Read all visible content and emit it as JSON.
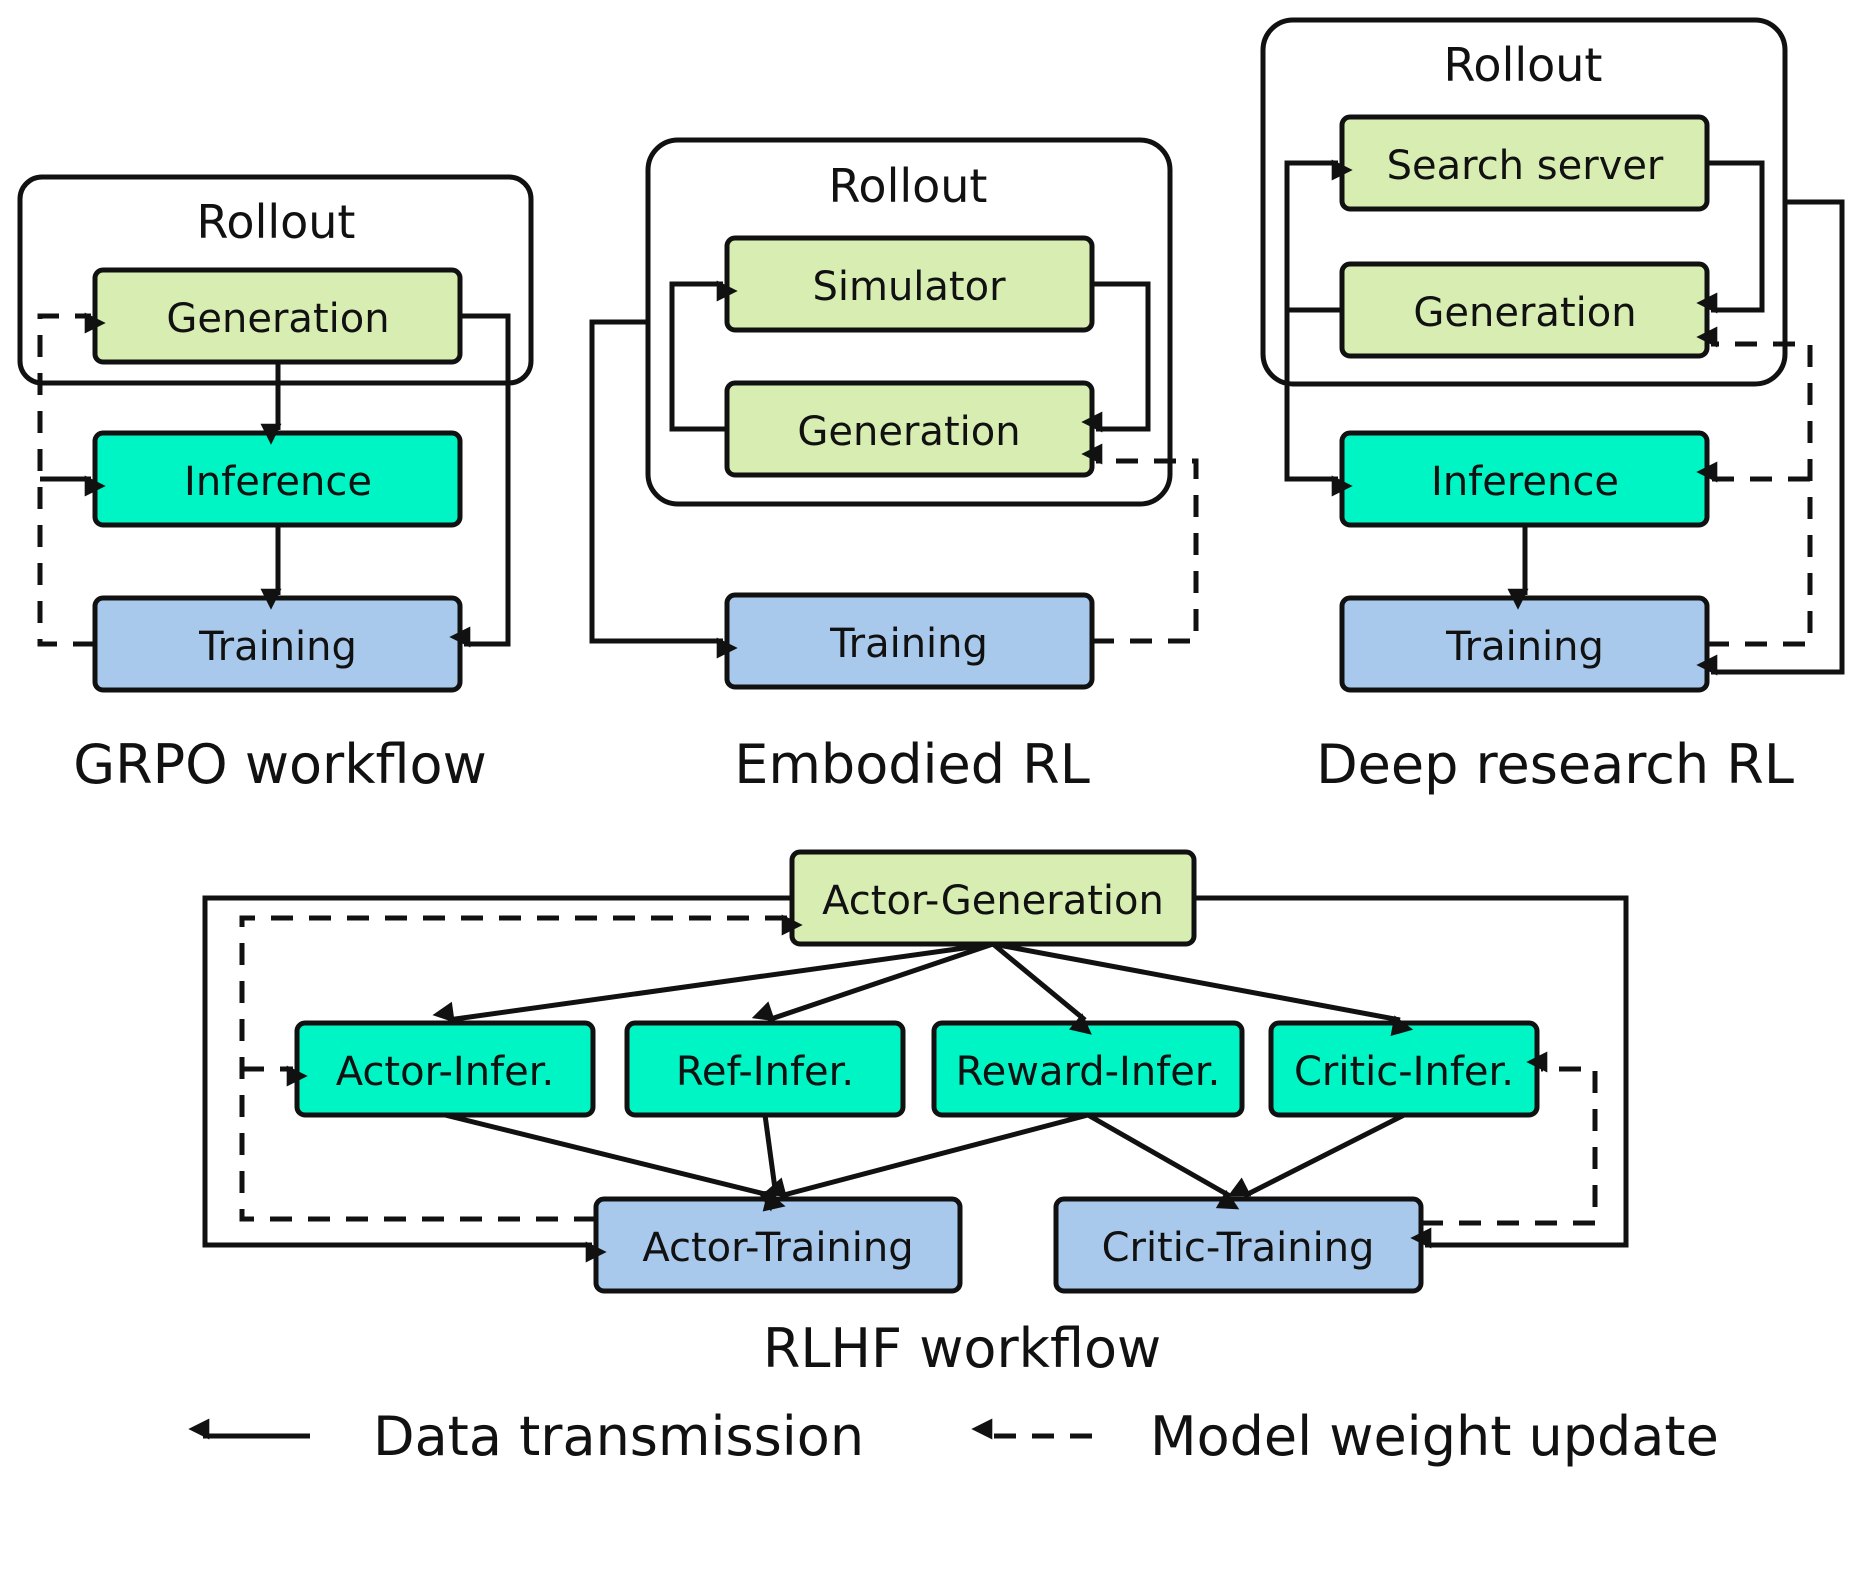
{
  "colors": {
    "generation": "#d7edb2",
    "inference": "#00f5c4",
    "training": "#a9c9ec",
    "stroke": "#111111"
  },
  "panels": {
    "grpo": {
      "caption": "GRPO workflow",
      "rollout_label": "Rollout",
      "generation": "Generation",
      "inference": "Inference",
      "training": "Training"
    },
    "embodied": {
      "caption": "Embodied RL",
      "rollout_label": "Rollout",
      "simulator": "Simulator",
      "generation": "Generation",
      "training": "Training"
    },
    "deep_research": {
      "caption": "Deep research RL",
      "rollout_label": "Rollout",
      "search_server": "Search server",
      "generation": "Generation",
      "inference": "Inference",
      "training": "Training"
    },
    "rlhf": {
      "caption": "RLHF workflow",
      "actor_generation": "Actor-Generation",
      "actor_infer": "Actor-Infer.",
      "ref_infer": "Ref-Infer.",
      "reward_infer": "Reward-Infer.",
      "critic_infer": "Critic-Infer.",
      "actor_training": "Actor-Training",
      "critic_training": "Critic-Training"
    }
  },
  "legend": {
    "data_transmission": "Data transmission",
    "model_weight_update": "Model weight update"
  }
}
